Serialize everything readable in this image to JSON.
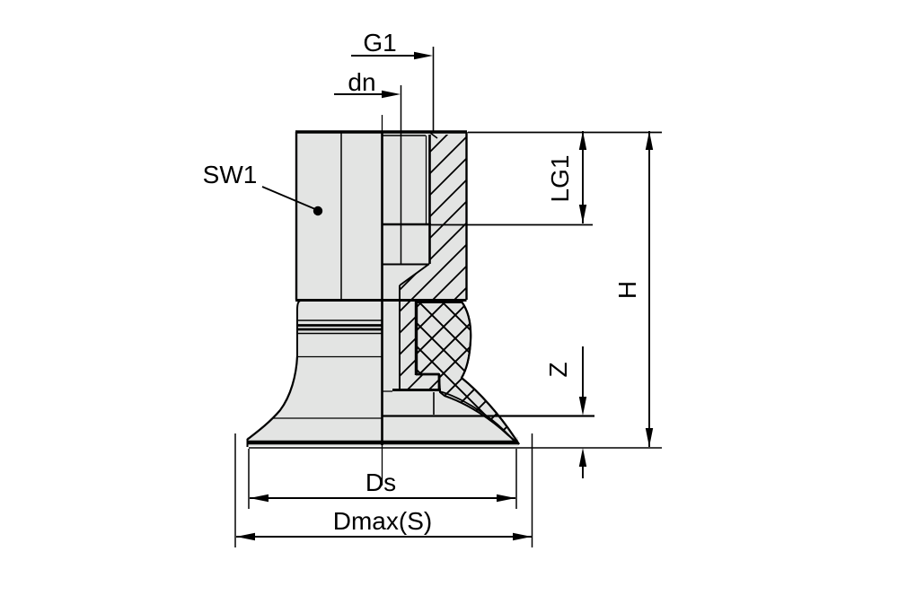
{
  "diagram": {
    "type": "technical-drawing-cross-section",
    "subject": "vacuum suction cup with threaded fitting, half-section view",
    "colors": {
      "background": "#ffffff",
      "part_fill": "#e3e4e3",
      "line": "#000000"
    },
    "labels": {
      "g1": "G1",
      "dn": "dn",
      "sw1": "SW1",
      "lg1": "LG1",
      "h": "H",
      "z": "Z",
      "ds": "Ds",
      "dmax": "Dmax(S)"
    }
  }
}
